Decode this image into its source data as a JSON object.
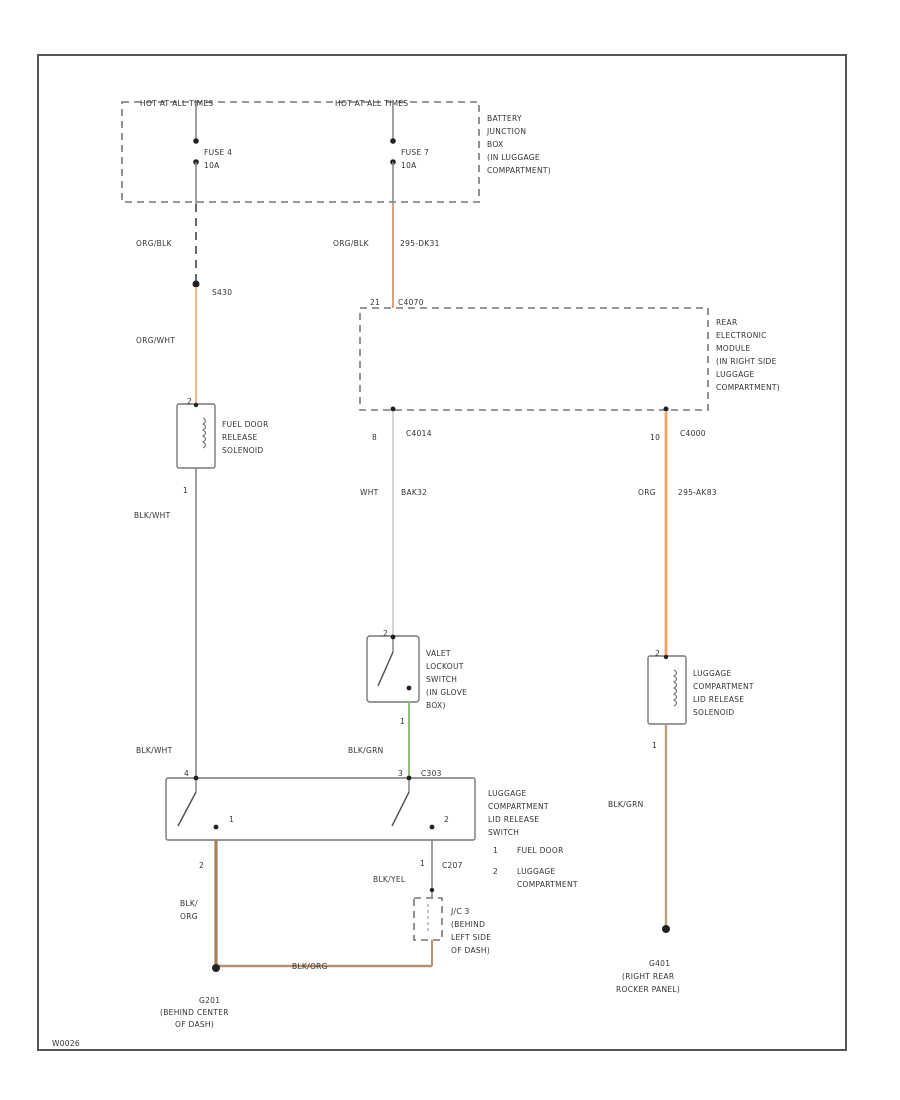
{
  "diagram": {
    "page_code": "W0026",
    "junction_box": {
      "hot_left": "HOT AT ALL TIMES",
      "hot_right": "HOT AT ALL TIMES",
      "fuse_left": [
        "FUSE 4",
        "10A"
      ],
      "fuse_right": [
        "FUSE 7",
        "10A"
      ],
      "label": [
        "BATTERY",
        "JUNCTION",
        "BOX",
        "(IN LUGGAGE",
        "COMPARTMENT)"
      ]
    },
    "wires": {
      "w1": "ORG/BLK",
      "w2_color": "ORG/BLK",
      "w2_circuit": "295-DK31",
      "w3": "ORG/WHT",
      "w4": "BLK/WHT",
      "w5_color": "WHT",
      "w5_circuit": "BAK32",
      "w6_color": "ORG",
      "w6_circuit": "295-AK83",
      "w7": "BLK/GRN",
      "w8": "BLK/WHT",
      "w9": "BLK/GRN",
      "w10": "BLK/YEL",
      "w11": [
        "BLK/",
        "ORG"
      ],
      "w12": "BLK/ORG"
    },
    "splice": "S430",
    "rem": {
      "pin_top": "21",
      "conn_top": "C4070",
      "pin_left": "8",
      "conn_left": "C4014",
      "pin_right": "10",
      "conn_right": "C4000",
      "label": [
        "REAR",
        "ELECTRONIC",
        "MODULE",
        "(IN RIGHT SIDE",
        "LUGGAGE",
        "COMPARTMENT)"
      ]
    },
    "fuel_door_solenoid": {
      "pin_top": "2",
      "pin_bottom": "1",
      "label": [
        "FUEL DOOR",
        "RELEASE",
        "SOLENOID"
      ]
    },
    "valet_switch": {
      "pin_top": "2",
      "pin_bottom": "1",
      "label": [
        "VALET",
        "LOCKOUT",
        "SWITCH",
        "(IN GLOVE",
        "BOX)"
      ]
    },
    "luggage_solenoid": {
      "pin_top": "2",
      "pin_bottom": "1",
      "label": [
        "LUGGAGE",
        "COMPARTMENT",
        "LID RELEASE",
        "SOLENOID"
      ]
    },
    "release_switch": {
      "pin_tl": "4",
      "pin_tr": "3",
      "conn": "C303",
      "pin_1": "1",
      "pin_2": "2",
      "label": [
        "LUGGAGE",
        "COMPARTMENT",
        "LID RELEASE",
        "SWITCH"
      ],
      "legend": [
        {
          "num": "1",
          "text": "FUEL DOOR"
        },
        {
          "num": "2",
          "text": "LUGGAGE",
          "text2": "COMPARTMENT"
        }
      ]
    },
    "lower": {
      "pin_2_left": "2",
      "pin_1_right": "1",
      "conn_c207": "C207",
      "jb_label": [
        "J/C 3",
        "(BEHIND",
        "LEFT SIDE",
        "OF DASH)"
      ]
    },
    "grounds": {
      "g201": [
        "G201",
        "(BEHIND CENTER",
        "OF DASH)"
      ],
      "g401": [
        "G401",
        "(RIGHT REAR",
        "ROCKER PANEL)"
      ]
    }
  }
}
